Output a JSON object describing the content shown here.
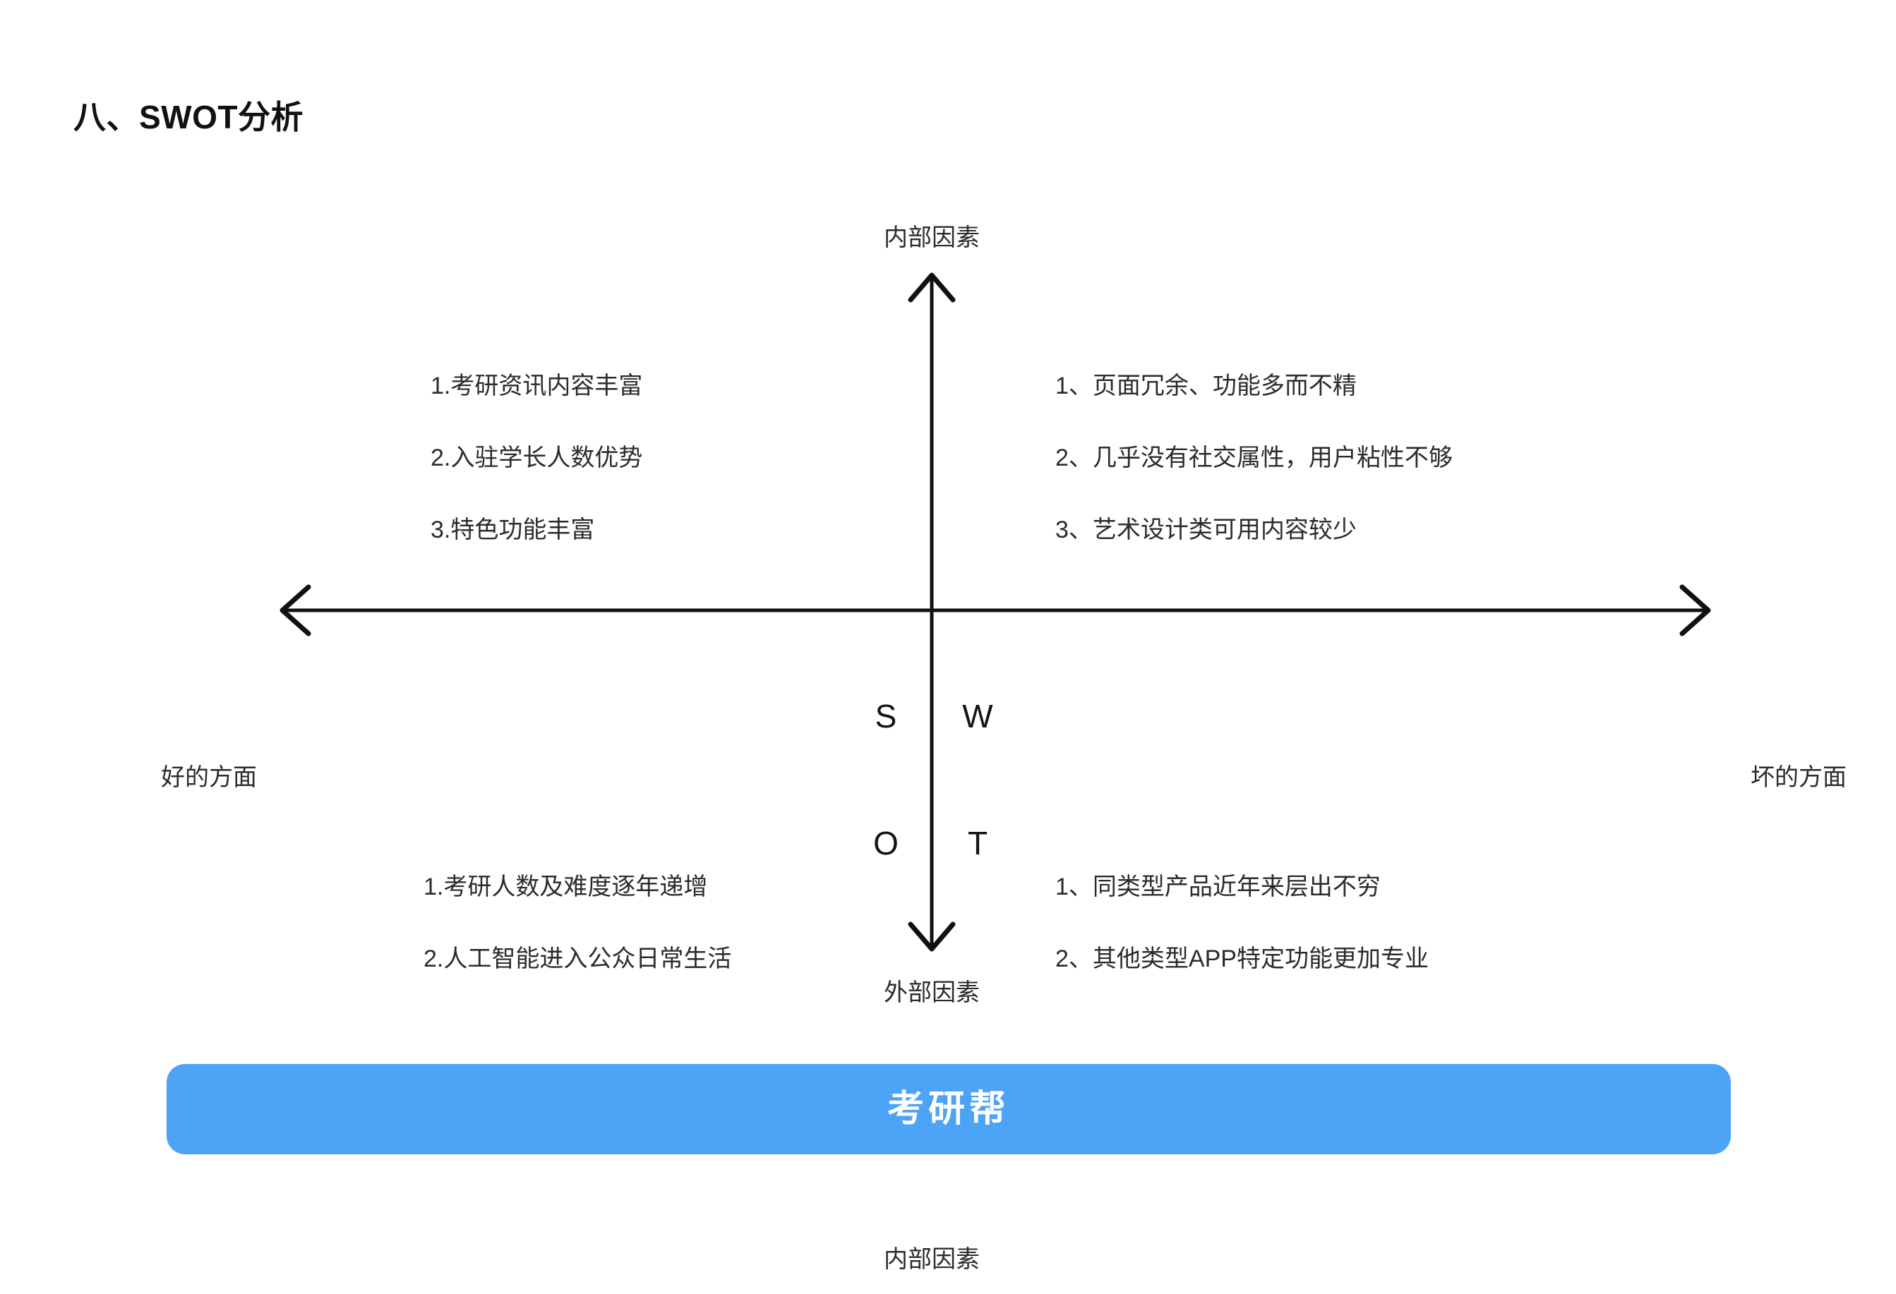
{
  "page": {
    "title": "八、SWOT分析"
  },
  "diagram": {
    "axes": {
      "top_label": "内部因素",
      "bottom_label": "外部因素",
      "left_label": "好的方面",
      "right_label": "坏的方面"
    },
    "center_letters": {
      "strengths": "S",
      "weaknesses": "W",
      "opportunities": "O",
      "threats": "T"
    },
    "quadrants": {
      "strengths": {
        "items": [
          "1.考研资讯内容丰富",
          "2.入驻学长人数优势",
          "3.特色功能丰富"
        ]
      },
      "weaknesses": {
        "items": [
          "1、页面冗余、功能多而不精",
          "2、几乎没有社交属性，用户粘性不够",
          "3、艺术设计类可用内容较少"
        ]
      },
      "opportunities": {
        "items": [
          "1.考研人数及难度逐年递增",
          "2.人工智能进入公众日常生活"
        ]
      },
      "threats": {
        "items": [
          "1、同类型产品近年来层出不穷",
          "2、其他类型APP特定功能更加专业"
        ]
      }
    }
  },
  "banner": {
    "text": "考研帮",
    "background_color": "#4da3f5",
    "text_color": "#ffffff"
  },
  "footer": {
    "caption": "内部因素"
  },
  "colors": {
    "axis": "#111111",
    "text": "#2b2b2b",
    "background": "#ffffff"
  }
}
